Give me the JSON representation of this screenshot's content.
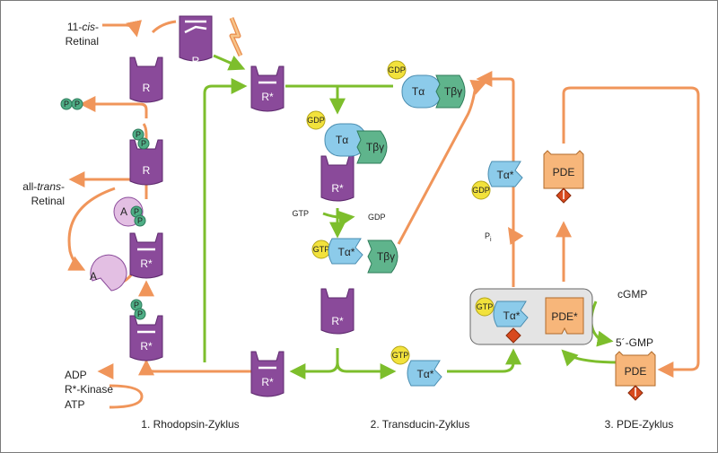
{
  "colors": {
    "orange": "#F0955A",
    "green": "#7DBE2C",
    "purple": "#8A4A9A",
    "purple_dark": "#5E2A6E",
    "t_alpha": "#8CCBEA",
    "t_beta_gamma": "#5FB48C",
    "gdp_gtp": "#F2E23C",
    "phosphate": "#4FAE86",
    "arrestin": "#E3BFE3",
    "pde": "#F7B67A",
    "inhibitor": "#D84A1E",
    "box": "#E4E4E4"
  },
  "labels": {
    "cis_retinal_1": "11-",
    "cis_retinal_italic": "cis",
    "cis_retinal_2": "-",
    "cis_retinal_3": "Retinal",
    "trans_retinal_1": "all-",
    "trans_retinal_italic": "trans",
    "trans_retinal_2": "-",
    "trans_retinal_3": "Retinal",
    "adp": "ADP",
    "kinase": "R*-Kinase",
    "atp": "ATP",
    "gtp_in": "GTP",
    "gdp_out": "GDP",
    "pi": "P",
    "pi_sub": "i",
    "cgmp": "cGMP",
    "gmp": "5´-GMP"
  },
  "receptor": {
    "r": "R",
    "r_star": "R*"
  },
  "proteins": {
    "t_alpha": "Tα",
    "t_alpha_star": "Tα*",
    "t_beta_gamma": "Tβγ",
    "pde": "PDE",
    "pde_star": "PDE*",
    "arrestin": "A",
    "gdp": "GDP",
    "gtp": "GTP",
    "p": "P"
  },
  "cycles": [
    "1. Rhodopsin-Zyklus",
    "2. Transducin-Zyklus",
    "3. PDE-Zyklus"
  ]
}
